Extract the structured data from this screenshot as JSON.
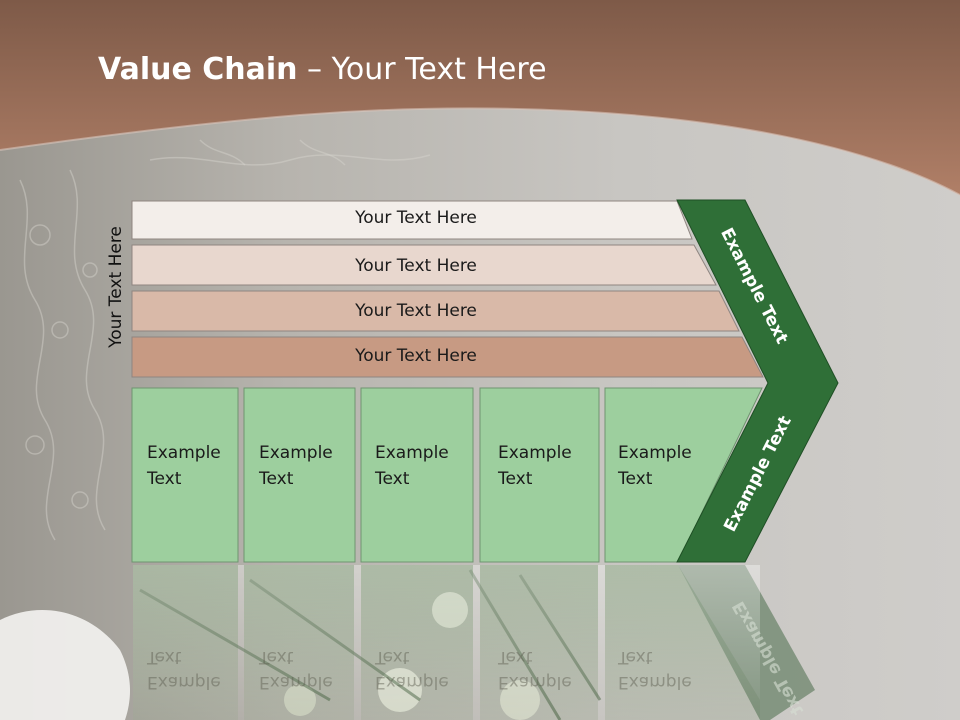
{
  "slide": {
    "title_bold": "Value Chain",
    "title_rest": " – Your Text Here",
    "side_label": "Your Text Here",
    "bars": [
      "Your Text Here",
      "Your Text Here",
      "Your Text Here",
      "Your Text Here"
    ],
    "boxes": [
      {
        "line1": "Example",
        "line2": "Text"
      },
      {
        "line1": "Example",
        "line2": "Text"
      },
      {
        "line1": "Example",
        "line2": "Text"
      },
      {
        "line1": "Example",
        "line2": "Text"
      },
      {
        "line1": "Example",
        "line2": "Text"
      }
    ],
    "chevron_top_label": "Example Text",
    "chevron_bottom_label": "Example Text",
    "reflection_label": "Example Text",
    "colors": {
      "header_brown": "#a06e58",
      "bar_1": "#f3eeea",
      "bar_2": "#e8d7ce",
      "bar_3": "#d9b9a8",
      "bar_4": "#c79a83",
      "box_green": "#9dcf9e",
      "chevron_green": "#2f6f37"
    }
  }
}
